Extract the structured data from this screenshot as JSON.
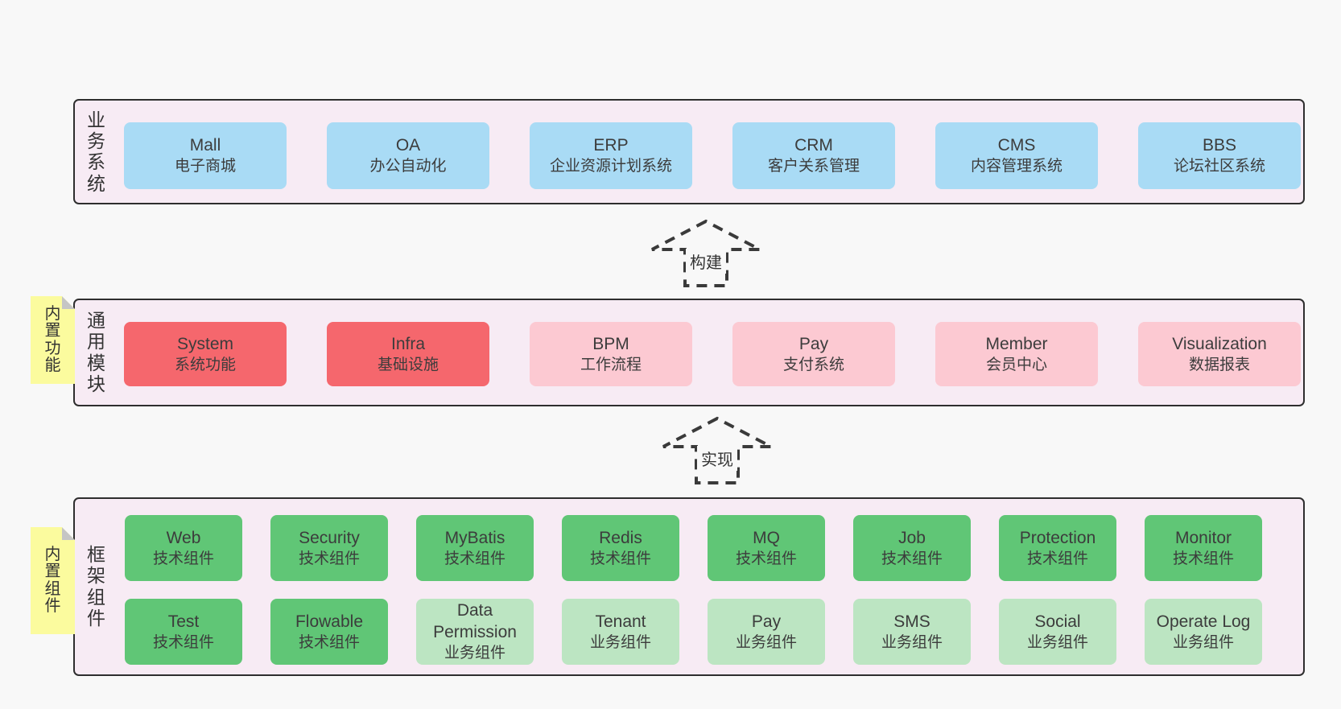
{
  "colors": {
    "page_bg": "#f8f8f8",
    "band_bg": "#f7ebf4",
    "band_border": "#2e2e2e",
    "blue_box": "#a9dbf5",
    "red_box": "#f5676d",
    "pink_box": "#fcc9d2",
    "green_box": "#60c676",
    "light_green_box": "#bce5c2",
    "note_yellow": "#fbfb9e",
    "text": "#3c3c3c"
  },
  "arrows": {
    "build": "构建",
    "implement": "实现"
  },
  "business_band": {
    "label": "业务系统",
    "boxes": [
      {
        "title": "Mall",
        "subtitle": "电子商城"
      },
      {
        "title": "OA",
        "subtitle": "办公自动化"
      },
      {
        "title": "ERP",
        "subtitle": "企业资源计划系统"
      },
      {
        "title": "CRM",
        "subtitle": "客户关系管理"
      },
      {
        "title": "CMS",
        "subtitle": "内容管理系统"
      },
      {
        "title": "BBS",
        "subtitle": "论坛社区系统"
      }
    ]
  },
  "modules_band": {
    "label": "通用模块",
    "note": "内置功能",
    "boxes": [
      {
        "title": "System",
        "subtitle": "系统功能",
        "variant": "red"
      },
      {
        "title": "Infra",
        "subtitle": "基础设施",
        "variant": "red"
      },
      {
        "title": "BPM",
        "subtitle": "工作流程",
        "variant": "pink"
      },
      {
        "title": "Pay",
        "subtitle": "支付系统",
        "variant": "pink"
      },
      {
        "title": "Member",
        "subtitle": "会员中心",
        "variant": "pink"
      },
      {
        "title": "Visualization",
        "subtitle": "数据报表",
        "variant": "pink"
      }
    ]
  },
  "framework_band": {
    "label": "框架组件",
    "note": "内置组件",
    "row1": [
      {
        "title": "Web",
        "subtitle": "技术组件",
        "variant": "green"
      },
      {
        "title": "Security",
        "subtitle": "技术组件",
        "variant": "green"
      },
      {
        "title": "MyBatis",
        "subtitle": "技术组件",
        "variant": "green"
      },
      {
        "title": "Redis",
        "subtitle": "技术组件",
        "variant": "green"
      },
      {
        "title": "MQ",
        "subtitle": "技术组件",
        "variant": "green"
      },
      {
        "title": "Job",
        "subtitle": "技术组件",
        "variant": "green"
      },
      {
        "title": "Protection",
        "subtitle": "技术组件",
        "variant": "green"
      },
      {
        "title": "Monitor",
        "subtitle": "技术组件",
        "variant": "green"
      }
    ],
    "row2": [
      {
        "title": "Test",
        "subtitle": "技术组件",
        "variant": "green"
      },
      {
        "title": "Flowable",
        "subtitle": "技术组件",
        "variant": "green"
      },
      {
        "title": "Data Permission",
        "subtitle": "业务组件",
        "variant": "light_green"
      },
      {
        "title": "Tenant",
        "subtitle": "业务组件",
        "variant": "light_green"
      },
      {
        "title": "Pay",
        "subtitle": "业务组件",
        "variant": "light_green"
      },
      {
        "title": "SMS",
        "subtitle": "业务组件",
        "variant": "light_green"
      },
      {
        "title": "Social",
        "subtitle": "业务组件",
        "variant": "light_green"
      },
      {
        "title": "Operate Log",
        "subtitle": "业务组件",
        "variant": "light_green"
      }
    ]
  }
}
